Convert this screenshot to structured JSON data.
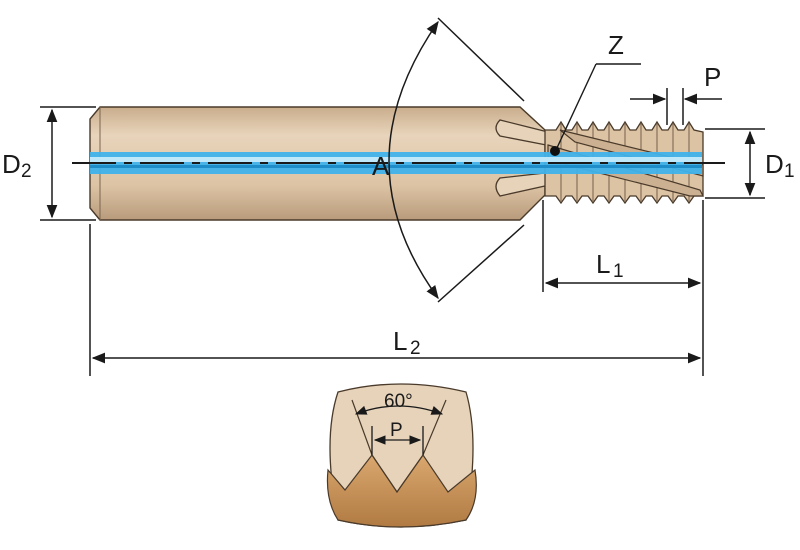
{
  "labels": {
    "shank_diameter": "D",
    "shank_diameter_sub": "2",
    "thread_diameter": "D",
    "thread_diameter_sub": "1",
    "flute_count": "Z",
    "pitch": "P",
    "helix_angle": "A",
    "thread_length": "L",
    "thread_length_sub": "1",
    "overall_length": "L",
    "overall_length_sub": "2",
    "thread_angle": "60°",
    "profile_pitch": "P"
  },
  "colors": {
    "tool_body": "#dfc6a8",
    "tool_outline": "#4a3a2a",
    "coolant_channel": "#3fb2ea",
    "thread_profile": "#c08a52",
    "profile_background": "#e6d3ba",
    "dimension_line": "#1a1a1a"
  }
}
